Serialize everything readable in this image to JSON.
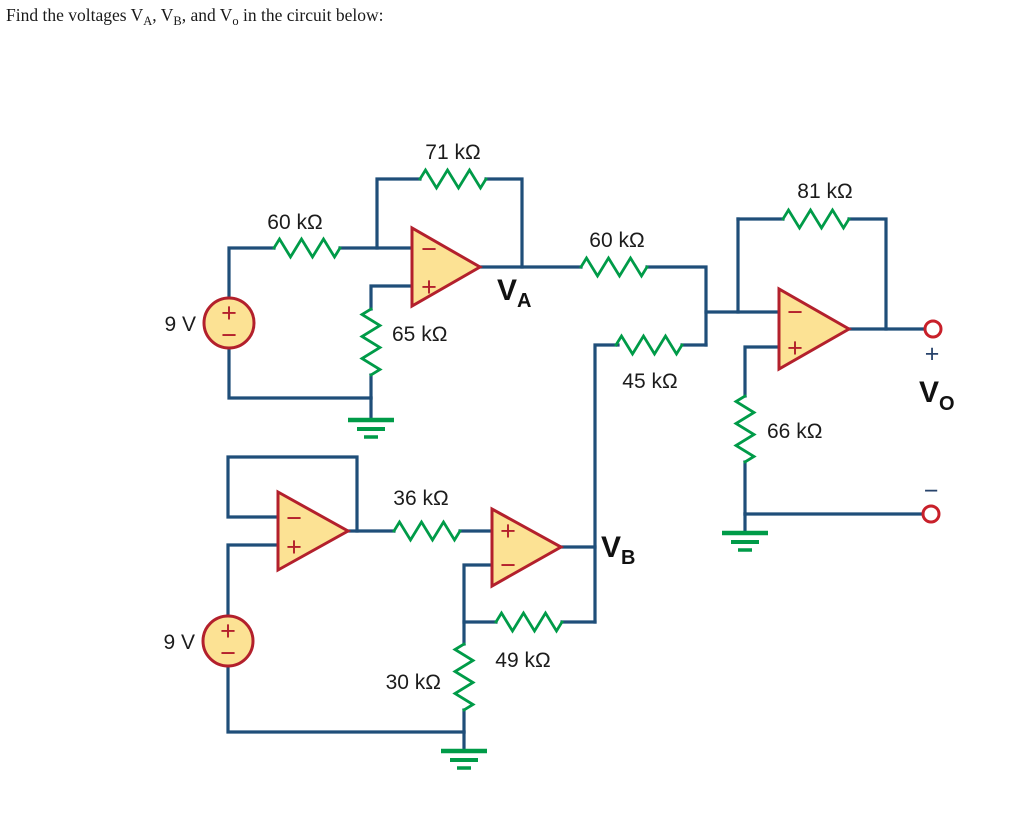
{
  "title": {
    "p1": "Find the voltages V",
    "s1": "A",
    "p2": ", V",
    "s2": "B",
    "p3": ", and V",
    "s3": "o",
    "p4": " in the circuit below:"
  },
  "colors": {
    "wire": "#1f4e79",
    "resistor": "#009b48",
    "opamp_stroke": "#b3202c",
    "opamp_fill": "#fce294",
    "terminal": "#c8202a",
    "ground": "#009b48",
    "text": "#1c1c1c"
  },
  "components": {
    "r71": "71 kΩ",
    "r60a": "60 kΩ",
    "r65": "65 kΩ",
    "r60b": "60 kΩ",
    "r45": "45 kΩ",
    "r81": "81 kΩ",
    "r66": "66 kΩ",
    "r36": "36 kΩ",
    "r49": "49 kΩ",
    "r30": "30 kΩ",
    "v1": "9 V",
    "v2": "9 V"
  },
  "opamp_signs": {
    "plus": "+",
    "minus": "−"
  },
  "source_signs": {
    "plus": "+",
    "minus": "−"
  },
  "nodes": {
    "va": {
      "base": "V",
      "sub": "A"
    },
    "vb": {
      "base": "V",
      "sub": "B"
    },
    "vo": {
      "base": "V",
      "sub": "O"
    },
    "output_plus": "+",
    "output_minus": "−"
  }
}
